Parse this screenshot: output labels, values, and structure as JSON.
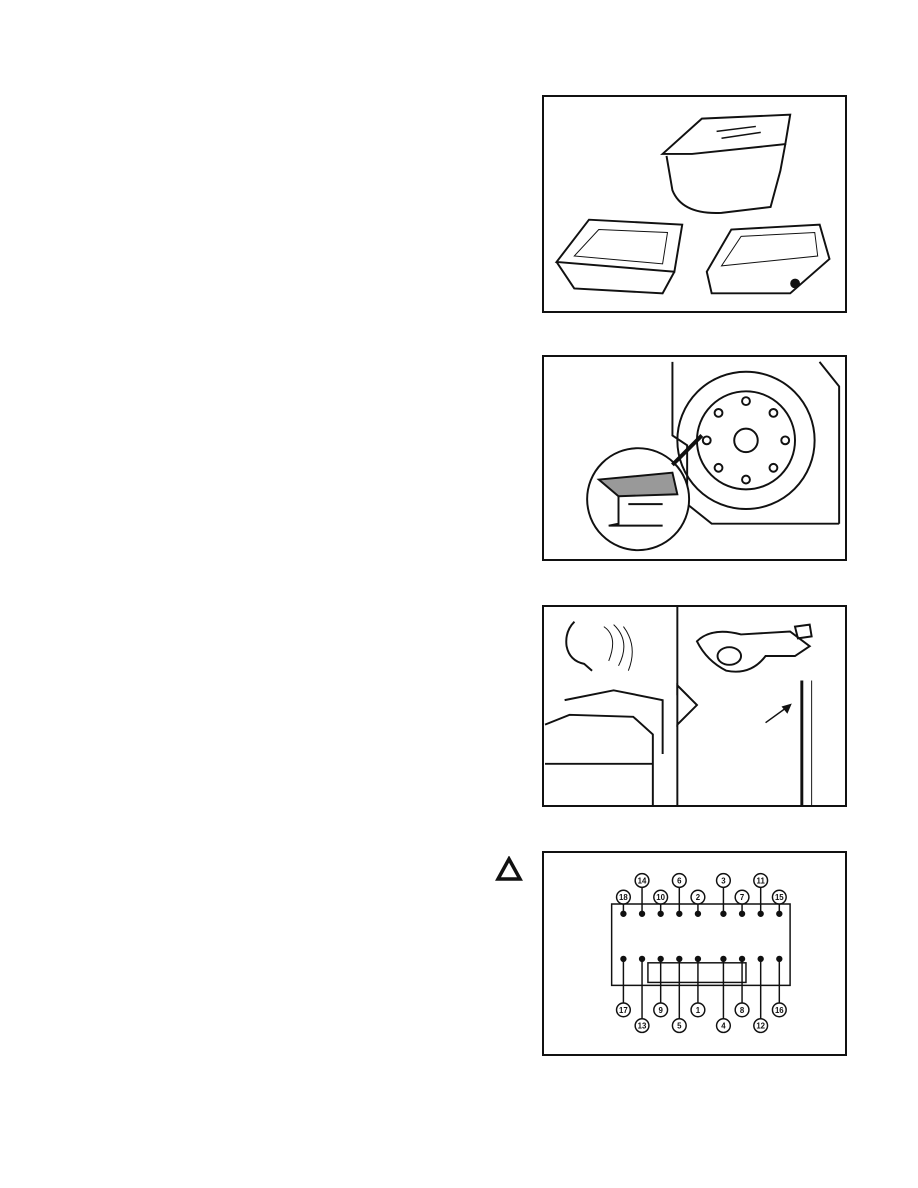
{
  "figures": [
    {
      "name": "oil-pans"
    },
    {
      "name": "rear-seal-housing"
    },
    {
      "name": "rocker-arm-check"
    },
    {
      "name": "cylinder-head-bolt-sequence",
      "top_numbers": [
        "18",
        "14",
        "10",
        "6",
        "2",
        "3",
        "7",
        "11",
        "15"
      ],
      "bottom_numbers": [
        "17",
        "13",
        "9",
        "5",
        "1",
        "4",
        "8",
        "12",
        "16"
      ]
    }
  ],
  "warning_icon": "caution-triangle-icon"
}
